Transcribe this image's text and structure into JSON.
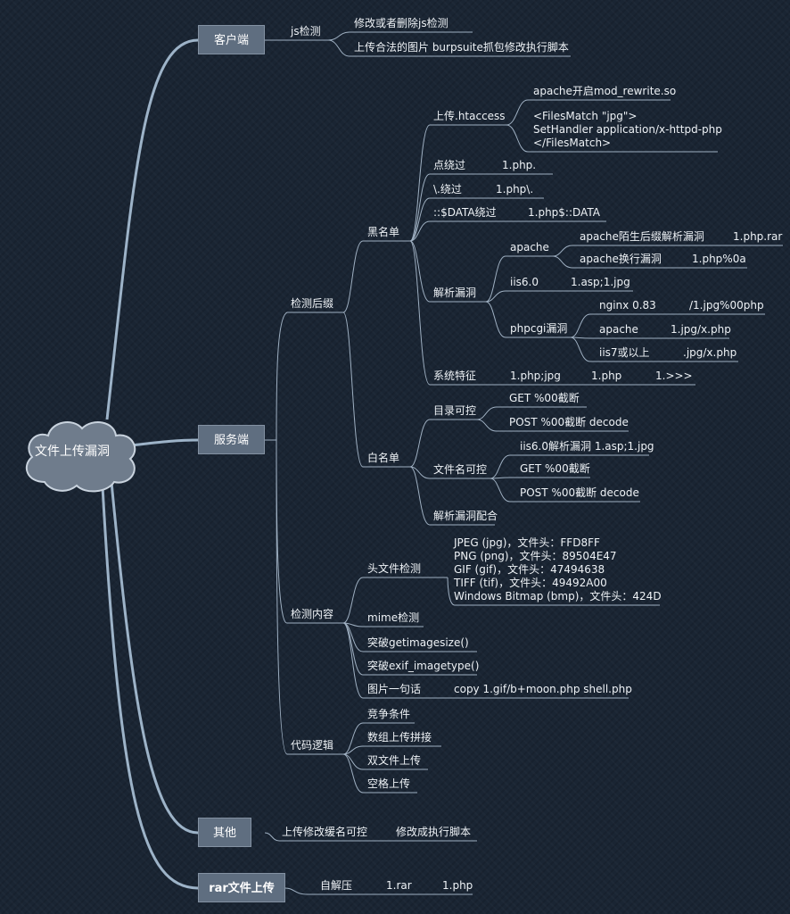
{
  "diagram": {
    "root": "文件上传漏洞",
    "branches": {
      "client": "客户端",
      "server": "服务端",
      "other": "其他",
      "rar": "rar文件上传"
    },
    "client": {
      "js": "js检测",
      "js_1": "修改或者删除js检测",
      "js_2": "上传合法的图片 burpsuite抓包修改执行脚本"
    },
    "server": {
      "suffix": "检测后缀",
      "blacklist": "黑名单",
      "htaccess": "上传.htaccess",
      "htaccess_1": "apache开启mod_rewrite.so",
      "htaccess_2": "<FilesMatch \"jpg\">\nSetHandler application/x-httpd-php\n</FilesMatch>",
      "dot": "点绕过",
      "dot_v": "1.php.",
      "bslash": "\\.绕过",
      "bslash_v": "1.php\\.",
      "data": "::$DATA绕过",
      "data_v": "1.php$::DATA",
      "parse": "解析漏洞",
      "apache": "apache",
      "apache_1": "apache陌生后缀解析漏洞",
      "apache_1v": "1.php.rar",
      "apache_2": "apache换行漏洞",
      "apache_2v": "1.php%0a",
      "iis": "iis6.0",
      "iis_v": "1.asp;1.jpg",
      "phpcgi": "phpcgi漏洞",
      "nginx": "nginx 0.83",
      "nginx_v": "/1.jpg%00php",
      "apache3": "apache",
      "apache3_v": "1.jpg/x.php",
      "iis7": "iis7或以上",
      "iis7_v": ".jpg/x.php",
      "sys": "系统特征",
      "sys_1": "1.php;jpg",
      "sys_2": "1.php",
      "sys_3": "1.>>>",
      "whitelist": "白名单",
      "dir": "目录可控",
      "dir_1": "GET %00截断",
      "dir_2": "POST %00截断 decode",
      "fname": "文件名可控",
      "fname_1": "iis6.0解析漏洞 1.asp;1.jpg",
      "fname_2": "GET %00截断",
      "fname_3": "POST %00截断 decode",
      "combo": "解析漏洞配合",
      "content": "检测内容",
      "header": "头文件检测",
      "header_v": "JPEG (jpg)，文件头：FFD8FF\nPNG (png)，文件头：89504E47\nGIF (gif)，文件头：47494638\nTIFF (tif)，文件头：49492A00\nWindows Bitmap (bmp)，文件头：424D",
      "mime": "mime检测",
      "getimagesize": "突破getimagesize()",
      "exif": "突破exif_imagetype()",
      "shell": "图片一句话",
      "shell_v": "copy 1.gif/b+moon.php shell.php",
      "logic": "代码逻辑",
      "race": "竞争条件",
      "array": "数组上传拼接",
      "double": "双文件上传",
      "space": "空格上传"
    },
    "other": {
      "rename": "上传修改缓名可控",
      "rename_v": "修改成执行脚本"
    },
    "rar": {
      "selfext": "自解压",
      "v1": "1.rar",
      "v2": "1.php"
    }
  }
}
